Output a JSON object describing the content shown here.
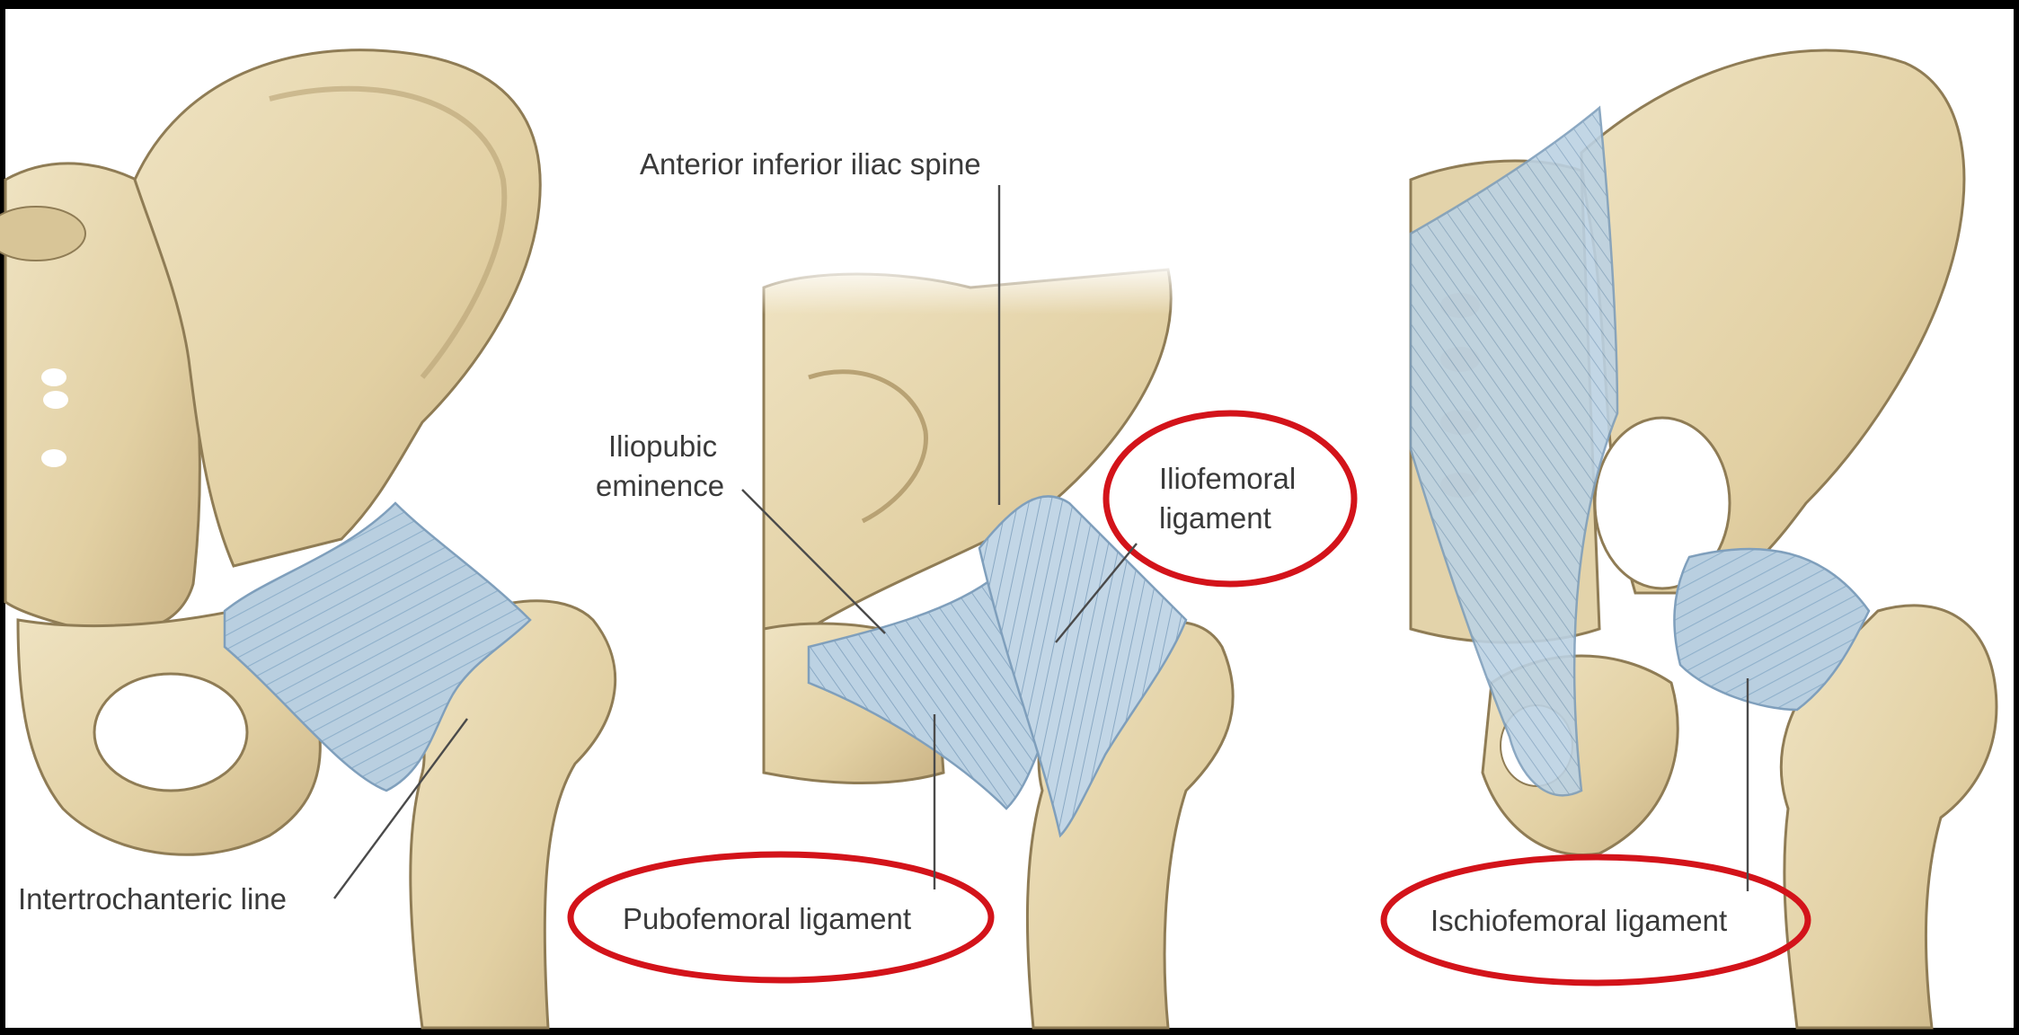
{
  "colors": {
    "background": "#ffffff",
    "frame": "#000000",
    "bone": "#e6d6ad",
    "bone_shadow": "#b8a274",
    "bone_outline": "#8f7c55",
    "ligament": "#b9cfe0",
    "ligament_line": "#7f9fbc",
    "highlight_ring": "#d3131a",
    "label_text": "#3a3a3a"
  },
  "panels": [
    {
      "view": "left",
      "labels": [
        {
          "text": "Intertrochanteric line",
          "highlighted": false
        }
      ]
    },
    {
      "view": "center",
      "labels": [
        {
          "text": "Anterior inferior iliac spine",
          "highlighted": false
        },
        {
          "text": "Iliopubic",
          "highlighted": false
        },
        {
          "text": "eminence",
          "highlighted": false
        },
        {
          "text": "Iliofemoral",
          "highlighted": true
        },
        {
          "text": "ligament",
          "highlighted": true
        },
        {
          "text": "Pubofemoral ligament",
          "highlighted": true
        }
      ]
    },
    {
      "view": "right",
      "labels": [
        {
          "text": "Ischiofemoral ligament",
          "highlighted": true
        }
      ]
    }
  ]
}
